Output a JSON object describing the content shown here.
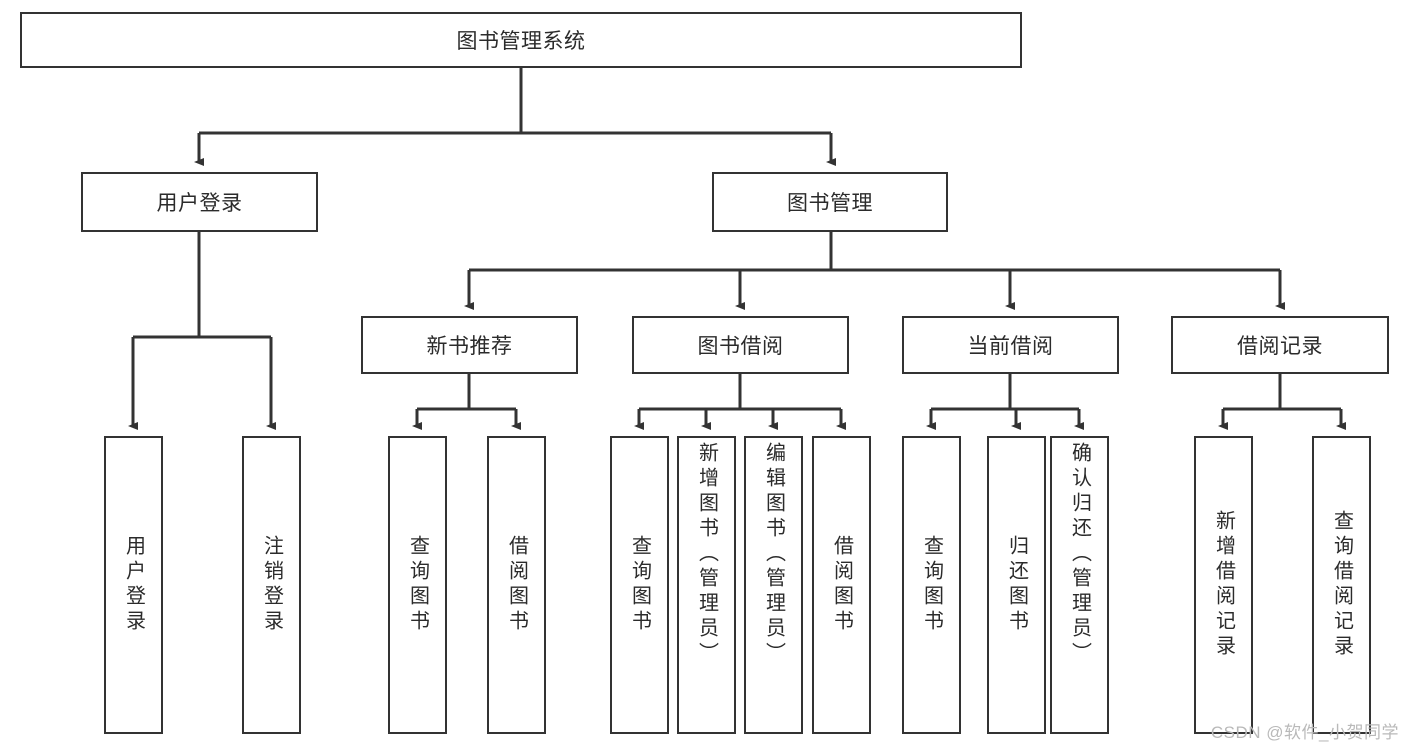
{
  "diagram": {
    "title_node": {
      "label": "图书管理系统"
    },
    "level2": [
      {
        "label": "用户登录"
      },
      {
        "label": "图书管理"
      }
    ],
    "level3": [
      {
        "label": "新书推荐"
      },
      {
        "label": "图书借阅"
      },
      {
        "label": "当前借阅"
      },
      {
        "label": "借阅记录"
      }
    ],
    "leaves": {
      "user_login": [
        {
          "label": "用户登录"
        },
        {
          "label": "注销登录"
        }
      ],
      "new_book_recommend": [
        {
          "label": "查询图书"
        },
        {
          "label": "借阅图书"
        }
      ],
      "book_borrow": [
        {
          "label": "查询图书"
        },
        {
          "label": "新增图书（管理员）"
        },
        {
          "label": "编辑图书（管理员）"
        },
        {
          "label": "借阅图书"
        }
      ],
      "current_borrow": [
        {
          "label": "查询图书"
        },
        {
          "label": "归还图书"
        },
        {
          "label": "确认归还（管理员）"
        }
      ],
      "borrow_record": [
        {
          "label": "新增借阅记录"
        },
        {
          "label": "查询借阅记录"
        }
      ]
    }
  },
  "watermark": {
    "text": "CSDN @软件_小贺同学"
  },
  "colors": {
    "stroke": "#333333",
    "text": "#2b2b2b",
    "background": "#ffffff",
    "watermark": "#b9b9b9"
  }
}
